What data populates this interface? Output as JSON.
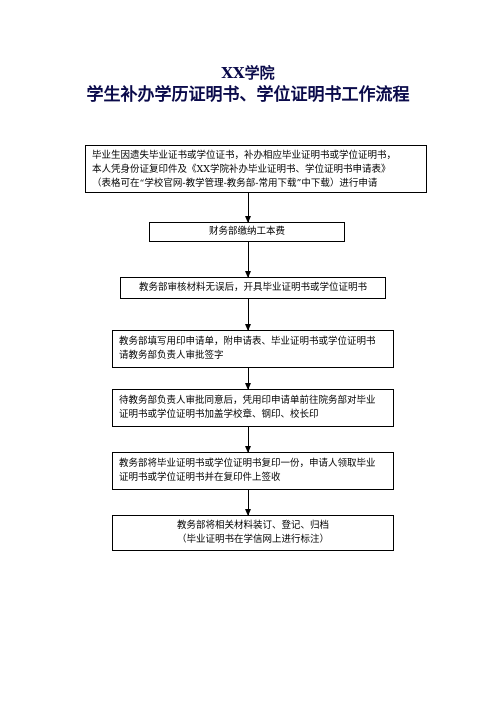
{
  "header": {
    "title_line1": "XX学院",
    "title_line2": "学生补办学历证明书、学位证明书工作流程"
  },
  "steps": [
    {
      "lines": [
        "毕业生因遗失毕业证书或学位证书，补办相应毕业证明书或学位证明书，",
        "本人凭身份证复印件及《XX学院补办毕业证明书、学位证明书申请表》",
        "（表格可在“学校官网-教学管理-教务部-常用下载”中下载）进行申请"
      ]
    },
    {
      "lines": [
        "财务部缴纳工本费"
      ]
    },
    {
      "lines": [
        "教务部审核材料无误后，开具毕业证明书或学位证明书"
      ]
    },
    {
      "lines": [
        "教务部填写用印申请单，附申请表、毕业证明书或学位证明书",
        "请教务部负责人审批签字"
      ]
    },
    {
      "lines": [
        "待教务部负责人审批同意后，凭用印申请单前往院务部对毕业",
        "证明书或学位证明书加盖学校章、钢印、校长印"
      ]
    },
    {
      "lines": [
        "教务部将毕业证明书或学位证明书复印一份，申请人领取毕业",
        "证明书或学位证明书并在复印件上签收"
      ]
    },
    {
      "lines": [
        "教务部将相关材料装订、登记、归档",
        "（毕业证明书在学信网上进行标注）"
      ]
    }
  ]
}
